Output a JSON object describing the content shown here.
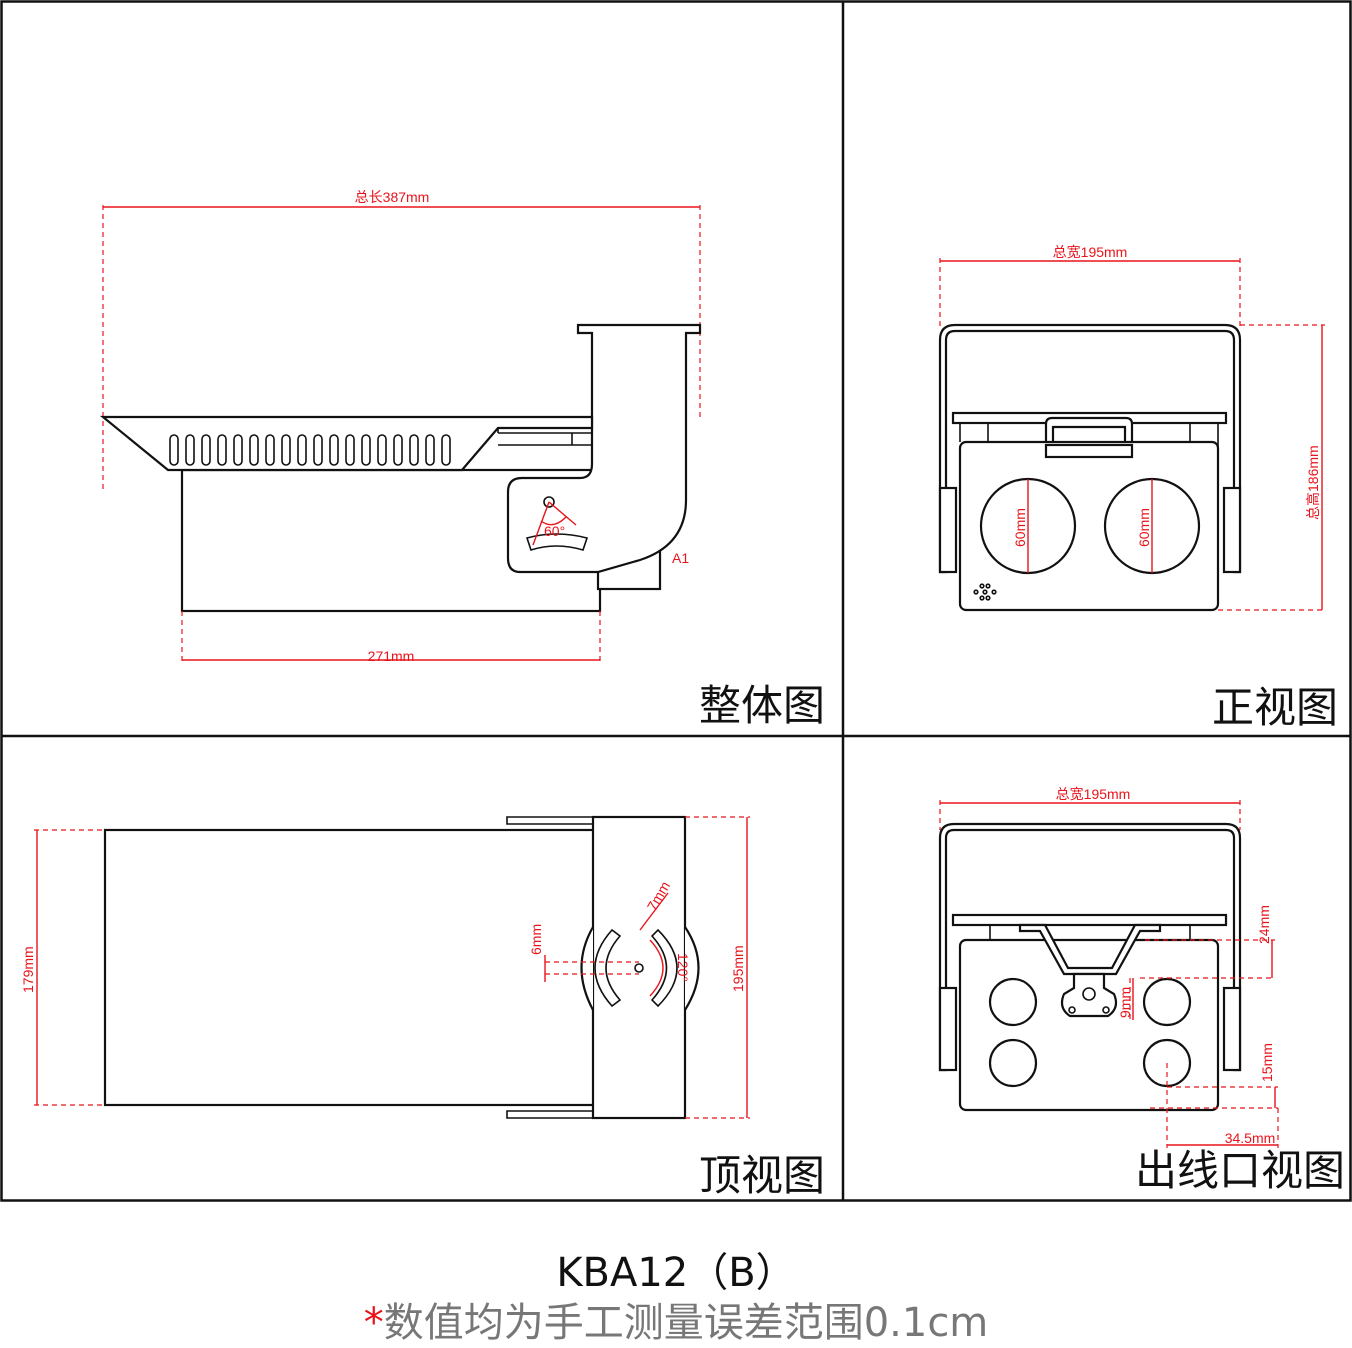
{
  "panels": {
    "overall": {
      "title": "整体图",
      "dim_length": "总长387mm",
      "dim_bottom": "271mm",
      "angle": "60°",
      "mark": "A1"
    },
    "front": {
      "title": "正视图",
      "dim_width": "总宽195mm",
      "dim_height": "总高186mm",
      "hole_left": "60mm",
      "hole_right": "60mm"
    },
    "top": {
      "title": "顶视图",
      "dim_left": "179mm",
      "dim_right": "195mm",
      "dim_slot": "6mm",
      "dim_slot_width": "7mm",
      "angle": "120°"
    },
    "outlet": {
      "title": "出线口视图",
      "dim_width": "总宽195mm",
      "dim_a": "24mm",
      "dim_b": "9mm",
      "dim_c": "15mm",
      "dim_d": "34.5mm"
    }
  },
  "caption": {
    "model": "KBA12（B）",
    "star": "*",
    "note": "数值均为手工测量误差范围0.1cm"
  }
}
